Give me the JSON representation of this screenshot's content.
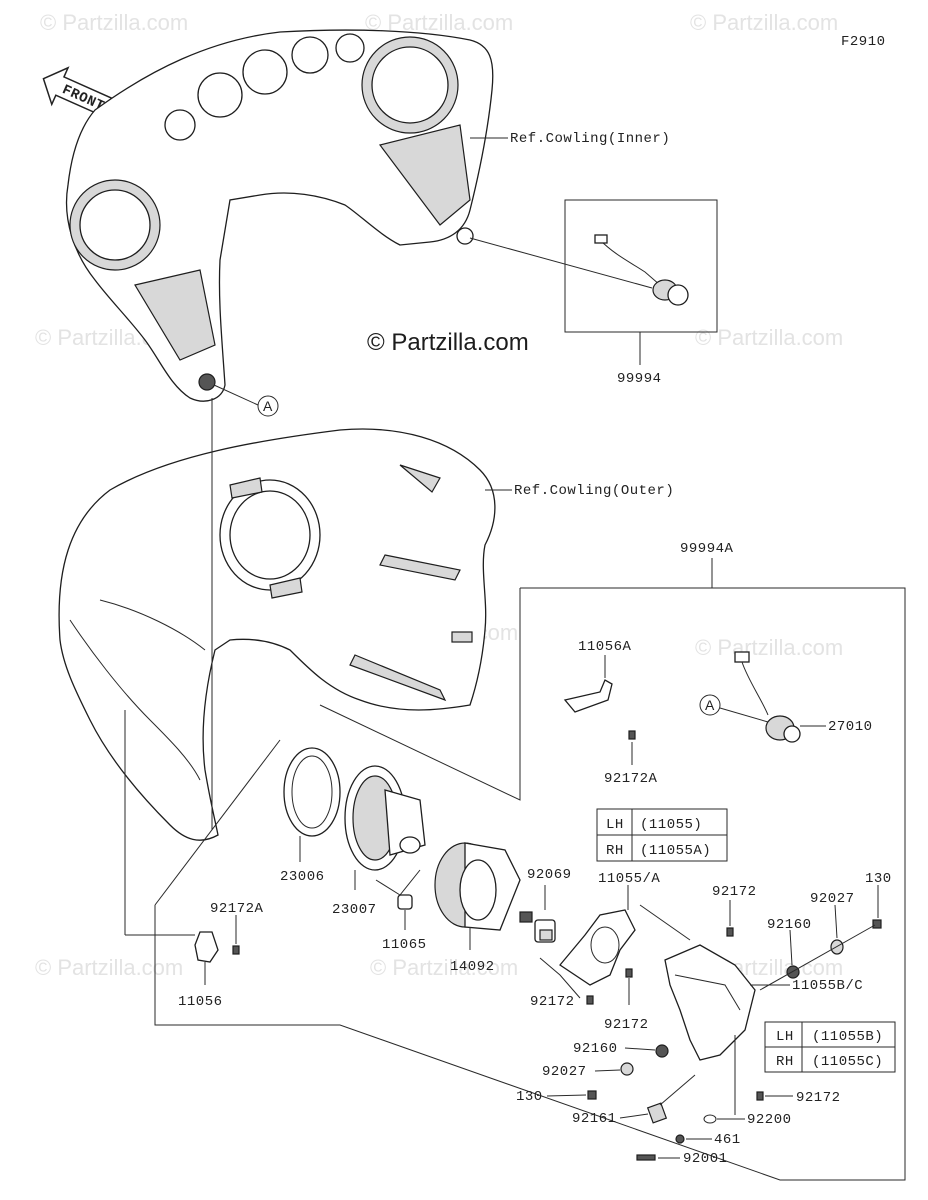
{
  "watermark": "© Partzilla.com",
  "figure_code": "F2910",
  "front_label": "FRONT",
  "copyright": "© Partzilla.com",
  "labels": {
    "ref_inner": "Ref.Cowling(Inner)",
    "ref_outer": "Ref.Cowling(Outer)",
    "callout_a": "A",
    "p99994": "99994",
    "p99994A": "99994A",
    "p11056A": "11056A",
    "p92172A": "92172A",
    "p27010": "27010",
    "p23006": "23006",
    "p23007": "23007",
    "p11065": "11065",
    "p14092": "14092",
    "p92069": "92069",
    "p11055A": "11055/A",
    "p92172": "92172",
    "p11055BC": "11055B/C",
    "p92160": "92160",
    "p92027": "92027",
    "p130": "130",
    "p92161": "92161",
    "p92200": "92200",
    "p461": "461",
    "p92001": "92001",
    "p11056": "11056"
  },
  "table_11055": [
    {
      "side": "LH",
      "part": "(11055)"
    },
    {
      "side": "RH",
      "part": "(11055A)"
    }
  ],
  "table_11055BC": [
    {
      "side": "LH",
      "part": "(11055B)"
    },
    {
      "side": "RH",
      "part": "(11055C)"
    }
  ]
}
